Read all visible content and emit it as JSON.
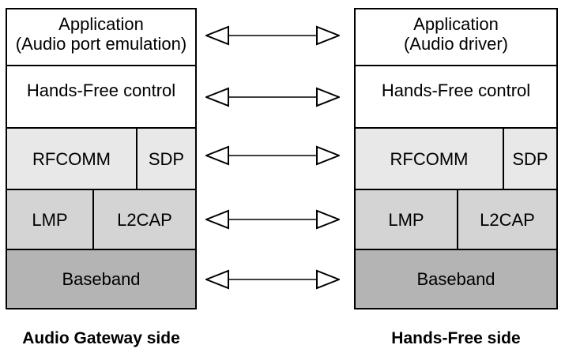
{
  "colors": {
    "border": "#000000",
    "row_light": "#e8e8e8",
    "row_medium": "#d4d4d4",
    "row_dark": "#b4b4b4",
    "box_background": "#ffffff"
  },
  "left_stack": {
    "caption": "Audio Gateway side",
    "layers": {
      "application": {
        "label": "Application",
        "sublabel": "(Audio port emulation)"
      },
      "hands_free_control": {
        "label": "Hands-Free control"
      },
      "rfcomm": {
        "label": "RFCOMM"
      },
      "sdp": {
        "label": "SDP"
      },
      "lmp": {
        "label": "LMP"
      },
      "l2cap": {
        "label": "L2CAP"
      },
      "baseband": {
        "label": "Baseband"
      }
    }
  },
  "right_stack": {
    "caption": "Hands-Free side",
    "layers": {
      "application": {
        "label": "Application",
        "sublabel": "(Audio driver)"
      },
      "hands_free_control": {
        "label": "Hands-Free control"
      },
      "rfcomm": {
        "label": "RFCOMM"
      },
      "sdp": {
        "label": "SDP"
      },
      "lmp": {
        "label": "LMP"
      },
      "l2cap": {
        "label": "L2CAP"
      },
      "baseband": {
        "label": "Baseband"
      }
    }
  },
  "arrows": {
    "count": 5,
    "meaning": "bidirectional link between peer layers"
  }
}
